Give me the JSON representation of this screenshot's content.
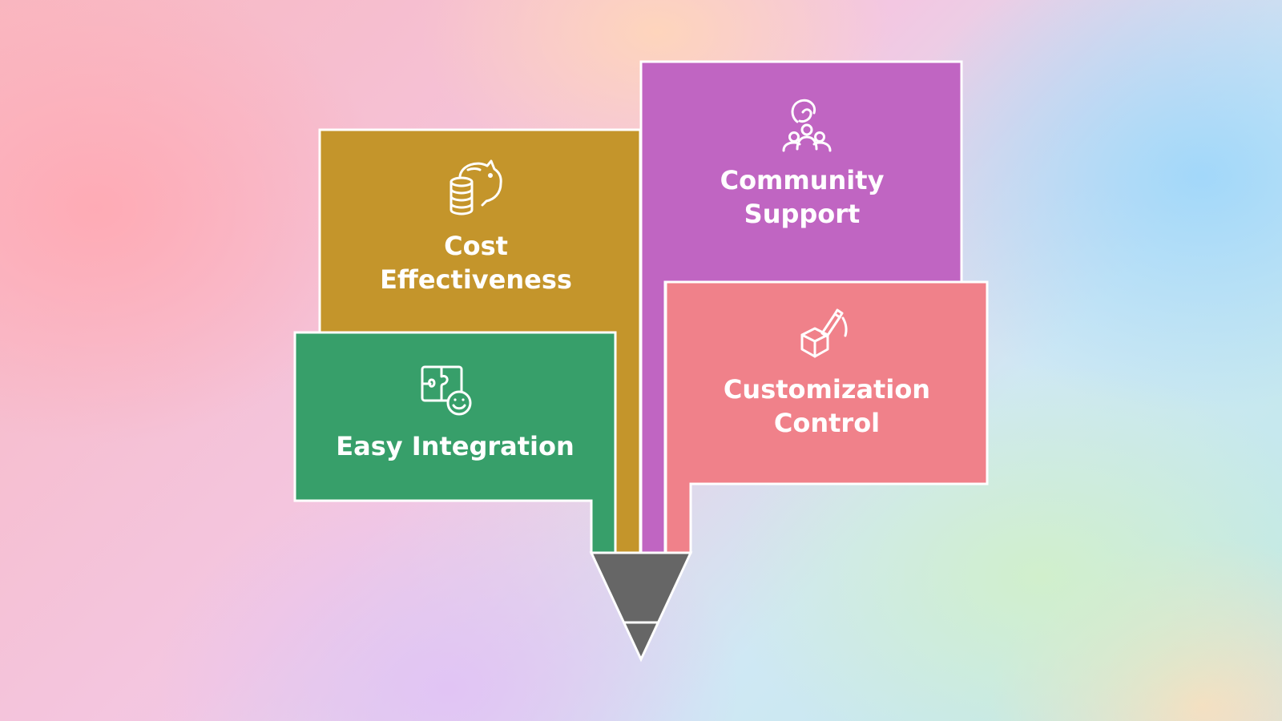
{
  "cards": [
    {
      "id": "cost",
      "label_lines": [
        "Cost",
        "Effectiveness"
      ],
      "icon": "piggy-bank-coins-icon",
      "color": "#C4952B"
    },
    {
      "id": "community",
      "label_lines": [
        "Community",
        "Support"
      ],
      "icon": "community-hand-people-icon",
      "color": "#C065C2"
    },
    {
      "id": "integration",
      "label_lines": [
        "Easy Integration"
      ],
      "icon": "puzzle-smiley-icon",
      "color": "#379F6A"
    },
    {
      "id": "customization",
      "label_lines": [
        "Customization",
        "Control"
      ],
      "icon": "box-pen-icon",
      "color": "#F0818A"
    }
  ],
  "pencil_tip_color": "#666666",
  "outline_color": "#FFFFFF"
}
